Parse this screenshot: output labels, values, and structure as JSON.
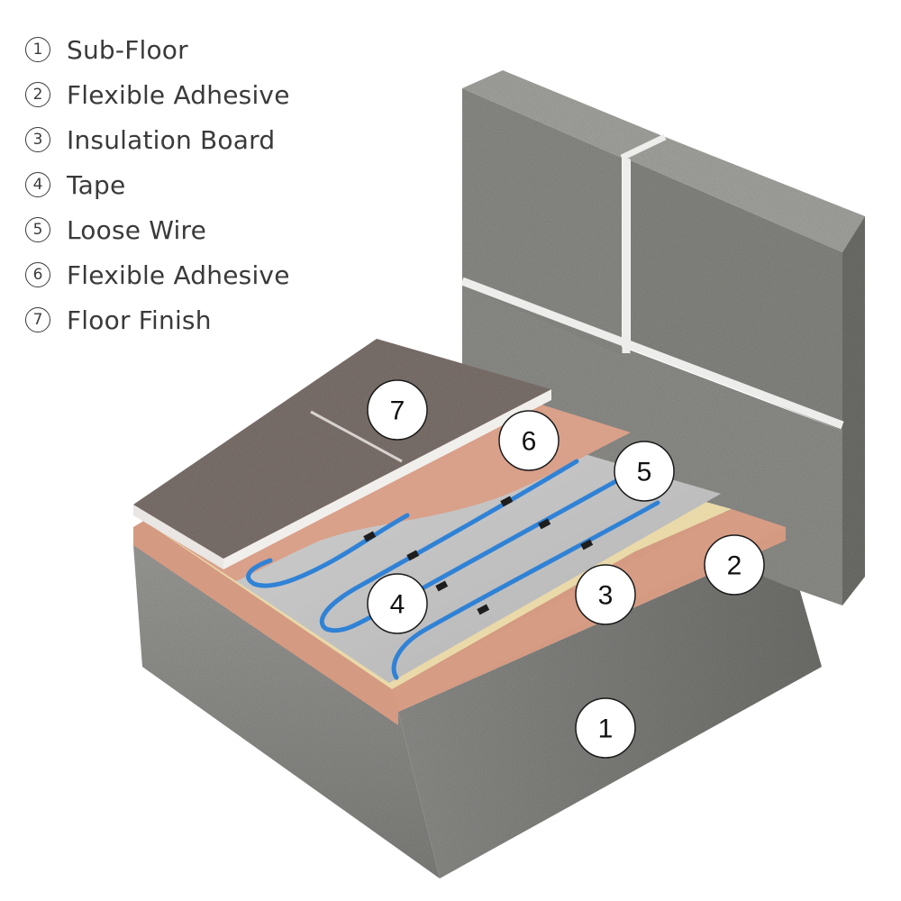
{
  "legend": [
    {
      "num": "1",
      "label": "Sub-Floor"
    },
    {
      "num": "2",
      "label": "Flexible Adhesive"
    },
    {
      "num": "3",
      "label": "Insulation Board"
    },
    {
      "num": "4",
      "label": "Tape"
    },
    {
      "num": "5",
      "label": "Loose Wire"
    },
    {
      "num": "6",
      "label": "Flexible Adhesive"
    },
    {
      "num": "7",
      "label": "Floor Finish"
    }
  ],
  "callouts": [
    "1",
    "2",
    "3",
    "4",
    "5",
    "6",
    "7"
  ],
  "colors": {
    "concrete": "#8c8c8a",
    "adhesive": "#d79a82",
    "insulation": "#ecdcae",
    "membrane": "#c2c2c2",
    "wire": "#2f82d6",
    "tape": "#1e1e1e",
    "tile": "#7c706a",
    "wall": "#8a8a86"
  }
}
